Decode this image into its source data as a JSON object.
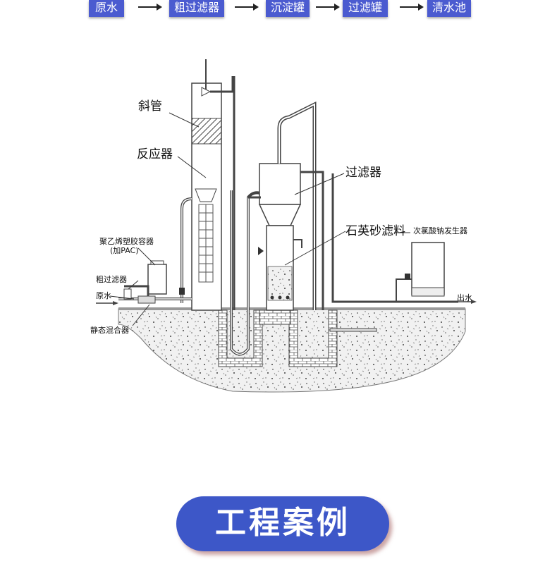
{
  "flow": {
    "steps": [
      "原水",
      "粗过滤器",
      "沉淀罐",
      "过滤罐",
      "清水池"
    ]
  },
  "diagram": {
    "labels": {
      "inclined_tube": "斜管",
      "reactor": "反应器",
      "filter": "过滤器",
      "quartz_sand": "石英砂滤料",
      "hypochlorite_generator": "次氯酸钠发生器",
      "pe_container": "聚乙烯塑胶容器",
      "add_pac": "(加PAC)",
      "coarse_filter": "粗过滤器",
      "raw_water": "原水",
      "outlet_water": "出水",
      "static_mixer": "静态混合器"
    }
  },
  "button": {
    "label": "工程案例"
  },
  "colors": {
    "accent": "#4b5bd0",
    "button": "#3d57c8"
  }
}
